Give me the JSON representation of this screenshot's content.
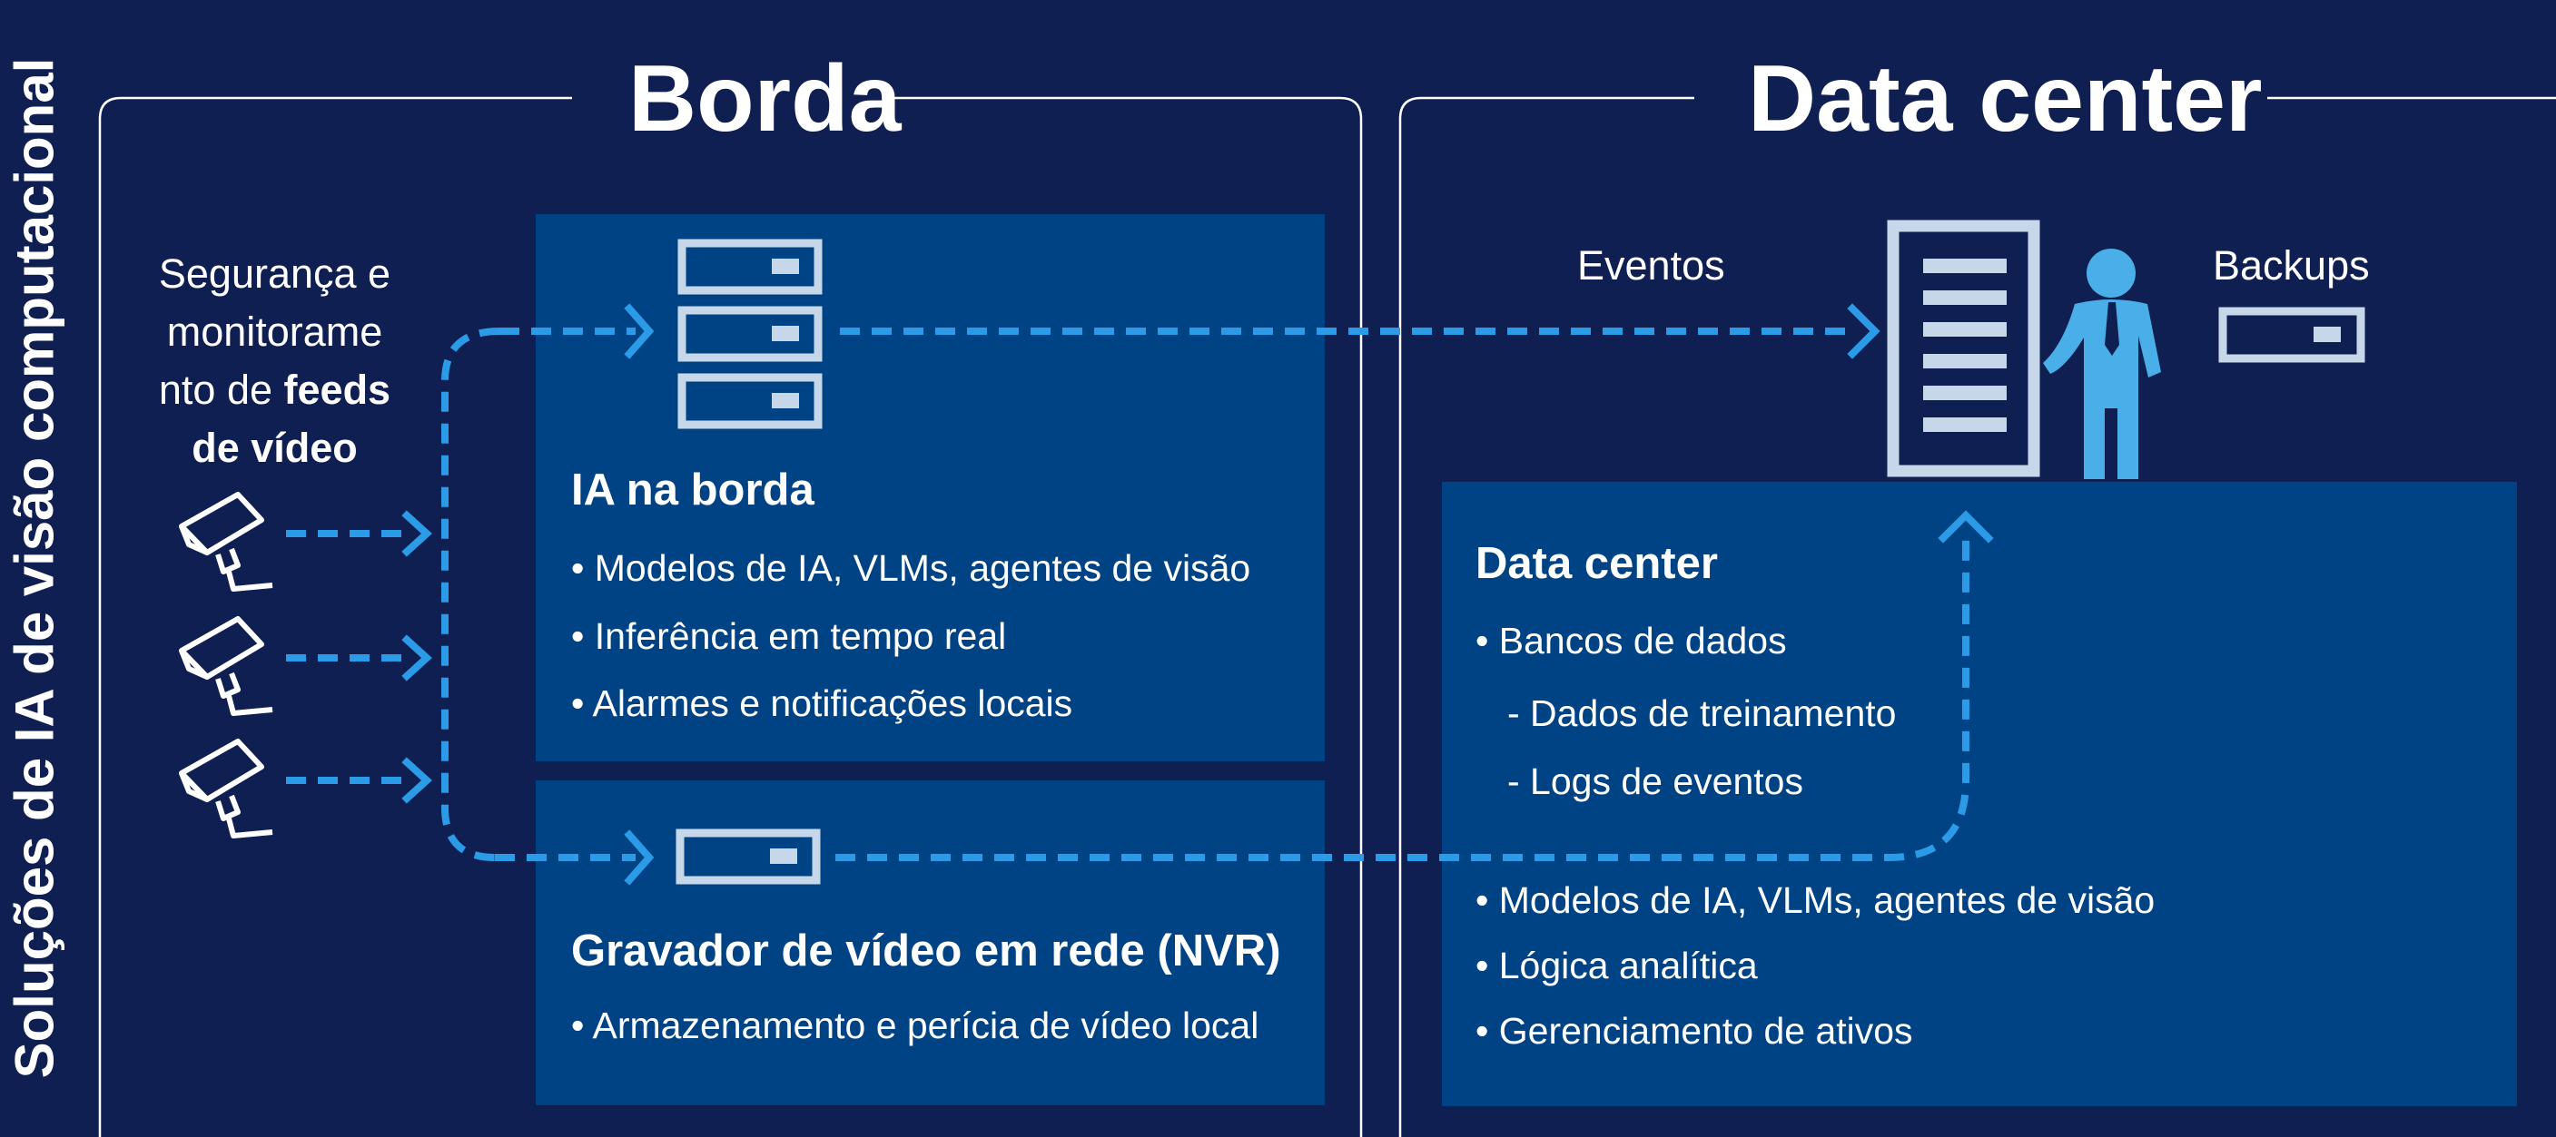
{
  "side_title": "Soluções de IA de visão computacional",
  "edge": {
    "title": "Borda",
    "caption_lines": [
      "Segurança e",
      "monitorame",
      "nto de"
    ],
    "caption_bold_1": "feeds",
    "caption_bold_2": "de vídeo",
    "ai_panel": {
      "title": "IA na borda",
      "bullets": [
        "• Modelos de IA, VLMs, agentes de visão",
        "• Inferência em tempo real",
        "• Alarmes e notificações locais"
      ]
    },
    "nvr_panel": {
      "title": "Gravador de vídeo em rede (NVR)",
      "bullets": [
        "• Armazenamento e perícia de vídeo local"
      ]
    }
  },
  "datacenter": {
    "title": "Data center",
    "events_label": "Eventos",
    "backups_label": "Backups",
    "panel": {
      "title": "Data center",
      "bullets": [
        "• Bancos de dados",
        "-  Dados de treinamento",
        "-  Logs de eventos",
        "• Modelos de IA, VLMs, agentes de visão",
        "• Lógica analítica",
        "• Gerenciamento de ativos"
      ]
    }
  },
  "colors": {
    "background": "#0f1f52",
    "panel": "#004385",
    "arrow": "#2b9be8",
    "icon": "#c7d7ea",
    "person": "#4aaee8",
    "text": "#ffffff"
  },
  "icons": [
    "security-camera-icon",
    "server-rack-icon",
    "nvr-device-icon",
    "datacenter-server-icon",
    "person-icon",
    "backup-drive-icon"
  ]
}
